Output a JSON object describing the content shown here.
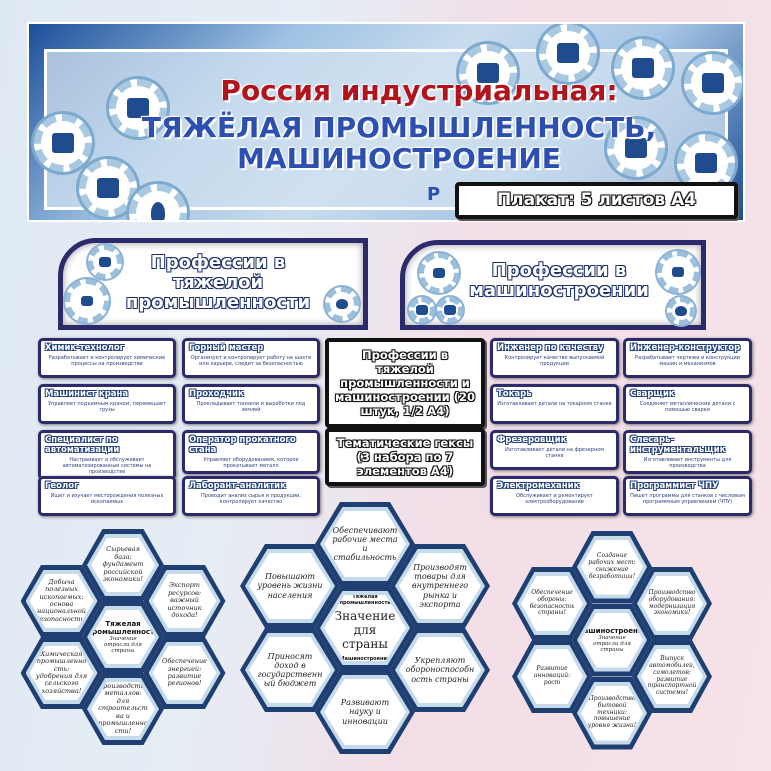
{
  "banner": {
    "line1": "Россия индустриальная:",
    "line2": "ТЯЖЁЛАЯ ПРОМЫШЛЕННОСТЬ,",
    "line3": "МАШИНОСТРОЕНИЕ",
    "cut_letter": "Р",
    "icons": [
      "factory",
      "power-plant",
      "factory",
      "factory",
      "flame",
      "factory",
      "truck",
      "tractor",
      "bricks",
      "tools",
      "fuel-can"
    ]
  },
  "labels": {
    "poster": "Плакат: 5 листов А4",
    "professions": "Профессии в тяжелой промышленности и машиностроении (20 штук, 1/2 А4)",
    "hexes": "Тематические гексы (3 набора по 7 элементов А4)"
  },
  "headers": {
    "heavy": "Профессии в тяжелой промышленности",
    "machine": "Профессии в машиностроении"
  },
  "cards_heavy": [
    {
      "title": "Химик-технолог",
      "desc": "Разрабатывает и контролирует химические процессы на производстве"
    },
    {
      "title": "Горный мастер",
      "desc": "Организует и контролирует работу на шахте или карьере, следит за безопасностью"
    },
    {
      "title": "Машинист крана",
      "desc": "Управляет подъемным краном, перемещает грузы"
    },
    {
      "title": "Проходчик",
      "desc": "Прокладывает тоннели и выработки под землей"
    },
    {
      "title": "Специалист по автоматизации",
      "desc": "Настраивает и обслуживает автоматизированные системы на производстве"
    },
    {
      "title": "Оператор прокатного стана",
      "desc": "Управляет оборудованием, которое прокатывает металл"
    },
    {
      "title": "Геолог",
      "desc": "Ищет и изучает месторождения полезных ископаемых"
    },
    {
      "title": "Лаборант-аналитик",
      "desc": "Проводит анализ сырья и продукции, контролирует качество"
    }
  ],
  "cards_machine": [
    {
      "title": "Инженер по качеству",
      "desc": "Контролирует качество выпускаемой продукции"
    },
    {
      "title": "Инженер-конструктор",
      "desc": "Разрабатывает чертежи и конструкции машин и механизмов"
    },
    {
      "title": "Токарь",
      "desc": "Изготавливает детали на токарном станке"
    },
    {
      "title": "Сварщик",
      "desc": "Соединяет металлические детали с помощью сварки"
    },
    {
      "title": "Фрезеровщик",
      "desc": "Изготавливает детали на фрезерном станке"
    },
    {
      "title": "Слесарь-инструментальщик",
      "desc": "Изготавливает инструменты для производства"
    },
    {
      "title": "Электромеханик",
      "desc": "Обслуживает и ремонтирует электрооборудование"
    },
    {
      "title": "Программист ЧПУ",
      "desc": "Пишет программы для станков с числовым программным управлением (ЧПУ)"
    }
  ],
  "hex_heavy": {
    "center_title": "Тяжелая промышленность",
    "center_sub": "Значение отрасли для страны",
    "items": [
      "Сырьевая база: фундамент российской экономики!",
      "Добыча полезных ископаемых: основа национальной безопасности!",
      "Экспорт ресурсов: важный источник дохода!",
      "Химическая промышленность: удобрения для сельского хозяйства!",
      "Обеспечение энергией: развитие регионов!",
      "Производство металлов: для строительства и промышленности!"
    ]
  },
  "hex_mid": {
    "center_top": "Тяжелая промышленность",
    "center_title": "Значение для страны",
    "center_bottom": "Машиностроение",
    "items": [
      "Обеспечивают рабочие места и стабильность",
      "Повышают уровень жизни населения",
      "Производят товары для внутреннего рынка и экспорта",
      "Приносят доход в государственный бюджет",
      "Укрепляют обороноспособность страны",
      "Развивают науку и инновации"
    ]
  },
  "hex_machine": {
    "center_title": "Машиностроение",
    "center_sub": "Значение отрасли для страны",
    "items": [
      "Создание рабочих мест: снижение безработицы!",
      "Обеспечение обороны: безопасность страны!",
      "Производство оборудования: модернизация экономики!",
      "Развитие инноваций: рост",
      "Выпуск автомобилей, самолетов: развитие транспортной системы!",
      "Производство бытовой техники: повышение уровня жизни!"
    ]
  }
}
